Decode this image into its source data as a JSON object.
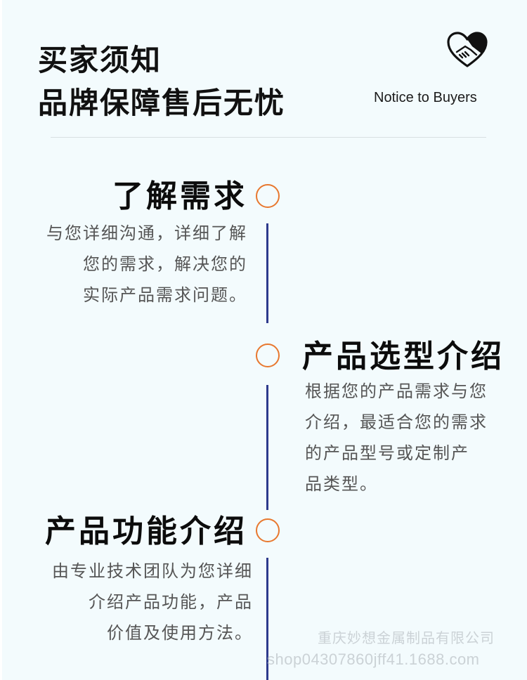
{
  "header": {
    "title_line1": "买家须知",
    "title_line2": "品牌保障售后无忧",
    "subtitle_en": "Notice to Buyers"
  },
  "steps": [
    {
      "title": "了解需求",
      "lines": [
        "与您详细沟通，详细了解",
        "您的需求，解决您的",
        "实际产品需求问题。"
      ]
    },
    {
      "title": "产品选型介绍",
      "lines": [
        "根据您的产品需求与您",
        "介绍，最适合您的需求",
        "的产品型号或定制产",
        "品类型。"
      ]
    },
    {
      "title": "产品功能介绍",
      "lines": [
        "由专业技术团队为您详细",
        "介绍产品功能，产品",
        "价值及使用方法。"
      ]
    }
  ],
  "watermark": {
    "company": "重庆妙想金属制品有限公司",
    "shop_url": "shop04307860jff41.1688.com"
  },
  "icons": {
    "logo": "heart-handshake-icon"
  },
  "colors": {
    "background": "#f3fbfd",
    "accent_orange": "#e8782f",
    "timeline_blue": "#2d3a8c",
    "text_dark": "#0c0c0c",
    "text_body": "#555555"
  }
}
